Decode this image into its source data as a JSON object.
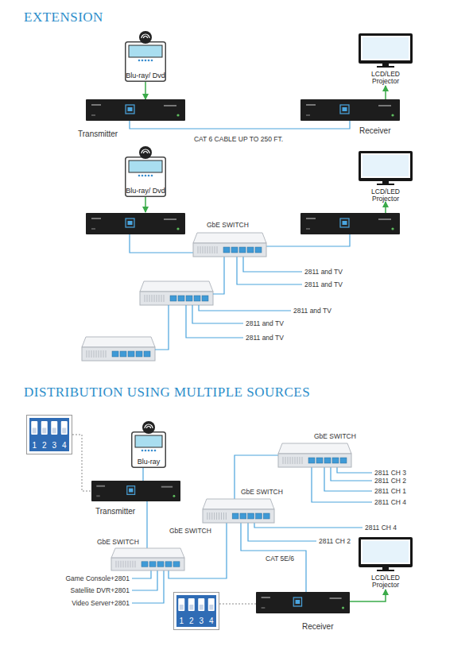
{
  "diagram": {
    "title": "EXTENSION",
    "nodes": [
      {
        "text": [
          "Blu-ray/ Dvd"
        ]
      },
      {
        "text": [
          "LCD/LED Projector"
        ]
      },
      {
        "text": [
          "Transmitter"
        ]
      },
      {
        "text": [
          "Receiver"
        ]
      },
      {
        "text": [
          "Blu-ray/ Dvd"
        ]
      },
      {
        "text": [
          "LCD/LED Projector"
        ]
      },
      {
        "text": [
          "GbE SWITCH"
        ]
      },
      {
        "text": [
          "1",
          "2",
          "3",
          "4"
        ]
      },
      {
        "text": [
          "Blu-ray"
        ]
      },
      {
        "text": [
          "GbE SWITCH"
        ]
      },
      {
        "text": [
          "Transmitter"
        ]
      },
      {
        "text": [
          "GbE SWITCH"
        ]
      },
      {
        "text": [
          "GbE SWITCH"
        ]
      },
      {
        "text": [
          "LCD/LED Projector"
        ]
      },
      {
        "text": [
          "1",
          "2",
          "3",
          "4"
        ]
      },
      {
        "text": [
          "Receiver"
        ]
      }
    ],
    "edges": [
      {
        "from": 0,
        "to": 2,
        "arrow": "to"
      },
      {
        "from": 2,
        "to": 3,
        "label": "CAT 6 CABLE UP TO 250 FT.",
        "arrow": "none"
      },
      {
        "from": 3,
        "to": 1,
        "arrow": "to"
      },
      {
        "from": 8,
        "to": 10,
        "arrow": "none"
      },
      {
        "from": 7,
        "to": 10,
        "arrow": "none"
      },
      {
        "from": 10,
        "to": 12,
        "arrow": "none"
      },
      {
        "from": 12,
        "to": 11,
        "arrow": "none"
      },
      {
        "from": 11,
        "to": 9,
        "arrow": "none"
      },
      {
        "from": 11,
        "to": 15,
        "label": "CAT 5E/6",
        "arrow": "none"
      },
      {
        "from": 15,
        "to": 13,
        "arrow": "to"
      },
      {
        "from": 14,
        "to": 15,
        "arrow": "none"
      }
    ],
    "labels": [
      "DISTRIBUTION USING MULTIPLE SOURCES",
      "2811 and TV",
      "2811 and TV",
      "2811 and TV",
      "2811 and TV",
      "2811 and TV",
      "2811 CH 3",
      "2811 CH 2",
      "2811 CH 1",
      "2811 CH 4",
      "GbE SWITCH",
      "2811 CH 4",
      "2811 CH 2",
      "Game Console+2801",
      "Satellite DVR+2801",
      "Video Server+2801"
    ]
  }
}
